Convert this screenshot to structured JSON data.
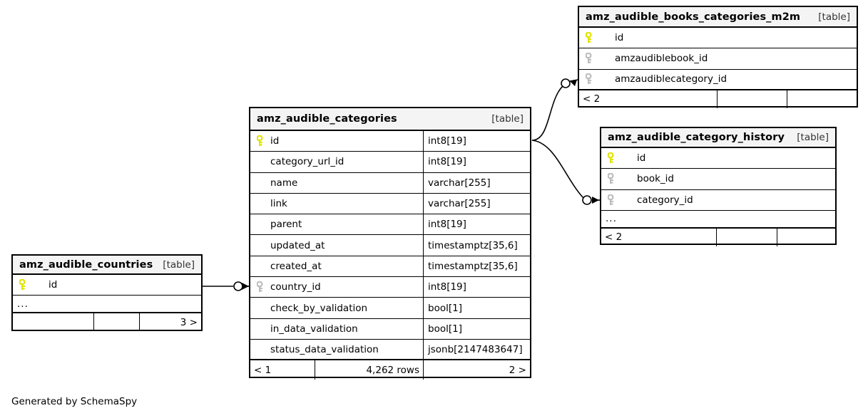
{
  "diagram": {
    "tool": "SchemaSpy",
    "credit": "Generated by SchemaSpy",
    "table_tag": "[table]",
    "ellipsis": "...",
    "colors": {
      "primary_key": "#e8e800",
      "foreign_key": "#bcbcbc",
      "border": "#000000",
      "header_bg": "#f4f4f4",
      "background": "#ffffff"
    }
  },
  "tables": [
    {
      "id": "amz_audible_categories",
      "name": "amz_audible_categories",
      "tag": "[table]",
      "columns": [
        {
          "key": "pk",
          "name": "id",
          "type": "int8[19]"
        },
        {
          "key": "none",
          "name": "category_url_id",
          "type": "int8[19]"
        },
        {
          "key": "none",
          "name": "name",
          "type": "varchar[255]"
        },
        {
          "key": "none",
          "name": "link",
          "type": "varchar[255]"
        },
        {
          "key": "none",
          "name": "parent",
          "type": "int8[19]"
        },
        {
          "key": "none",
          "name": "updated_at",
          "type": "timestamptz[35,6]"
        },
        {
          "key": "none",
          "name": "created_at",
          "type": "timestamptz[35,6]"
        },
        {
          "key": "fk",
          "name": "country_id",
          "type": "int8[19]"
        },
        {
          "key": "none",
          "name": "check_by_validation",
          "type": "bool[1]"
        },
        {
          "key": "none",
          "name": "in_data_validation",
          "type": "bool[1]"
        },
        {
          "key": "none",
          "name": "status_data_validation",
          "type": "jsonb[2147483647]"
        }
      ],
      "has_ellipsis": false,
      "footer": {
        "left": "< 1",
        "center": "4,262 rows",
        "right": "2 >"
      }
    },
    {
      "id": "amz_audible_books_categories_m2m",
      "name": "amz_audible_books_categories_m2m",
      "tag": "[table]",
      "columns": [
        {
          "key": "pk",
          "name": "id",
          "type": ""
        },
        {
          "key": "fk",
          "name": "amzaudiblebook_id",
          "type": ""
        },
        {
          "key": "fk",
          "name": "amzaudiblecategory_id",
          "type": ""
        }
      ],
      "has_ellipsis": false,
      "footer": {
        "left": "< 2",
        "center": "",
        "right": ""
      }
    },
    {
      "id": "amz_audible_category_history",
      "name": "amz_audible_category_history",
      "tag": "[table]",
      "columns": [
        {
          "key": "pk",
          "name": "id",
          "type": ""
        },
        {
          "key": "fk",
          "name": "book_id",
          "type": ""
        },
        {
          "key": "fk",
          "name": "category_id",
          "type": ""
        }
      ],
      "has_ellipsis": true,
      "footer": {
        "left": "< 2",
        "center": "",
        "right": ""
      }
    },
    {
      "id": "amz_audible_countries",
      "name": "amz_audible_countries",
      "tag": "[table]",
      "columns": [
        {
          "key": "pk",
          "name": "id",
          "type": ""
        }
      ],
      "has_ellipsis": true,
      "footer": {
        "left": "",
        "center": "",
        "right": "3 >"
      }
    }
  ],
  "relationships": [
    {
      "from_table": "amz_audible_categories",
      "from_column": "id",
      "to_table": "amz_audible_books_categories_m2m",
      "to_column": "amzaudiblecategory_id",
      "notation": "crows-foot"
    },
    {
      "from_table": "amz_audible_categories",
      "from_column": "id",
      "to_table": "amz_audible_category_history",
      "to_column": "category_id",
      "notation": "crows-foot"
    },
    {
      "from_table": "amz_audible_countries",
      "from_column": "id",
      "to_table": "amz_audible_categories",
      "to_column": "country_id",
      "notation": "crows-foot"
    }
  ]
}
